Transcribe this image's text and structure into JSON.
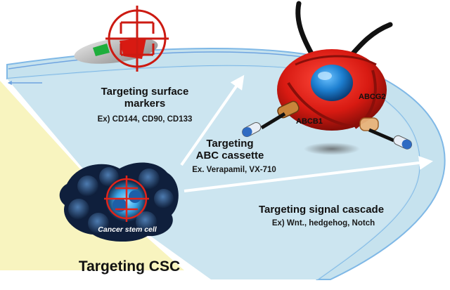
{
  "labels": {
    "surface_title": "Targeting surface\nmarkers",
    "surface_examples": "Ex) CD144, CD90, CD133",
    "abc_title": "Targeting\nABC cassette",
    "abc_examples": "Ex. Verapamil, VX-710",
    "signal_title": "Targeting signal cascade",
    "signal_examples": "Ex) Wnt., hedgehog, Notch",
    "csc_caption": "Cancer stem cell",
    "main_title": "Targeting CSC",
    "abcb1": "ABCB1",
    "abcg2": "ABCG2"
  },
  "icons": {
    "target_reticle": "crosshair-icon",
    "cell": "cancer-cell-icon",
    "pill": "capsule-icon"
  },
  "colors": {
    "band_fill": "#c6e2ee",
    "band_edge": "#7fb8e6",
    "wedge": "#f7f2b4",
    "reticle": "#cc1a12",
    "cell_red": "#d81a12",
    "nucleus": "#1d7fd0",
    "cluster": "#1b2f52"
  }
}
